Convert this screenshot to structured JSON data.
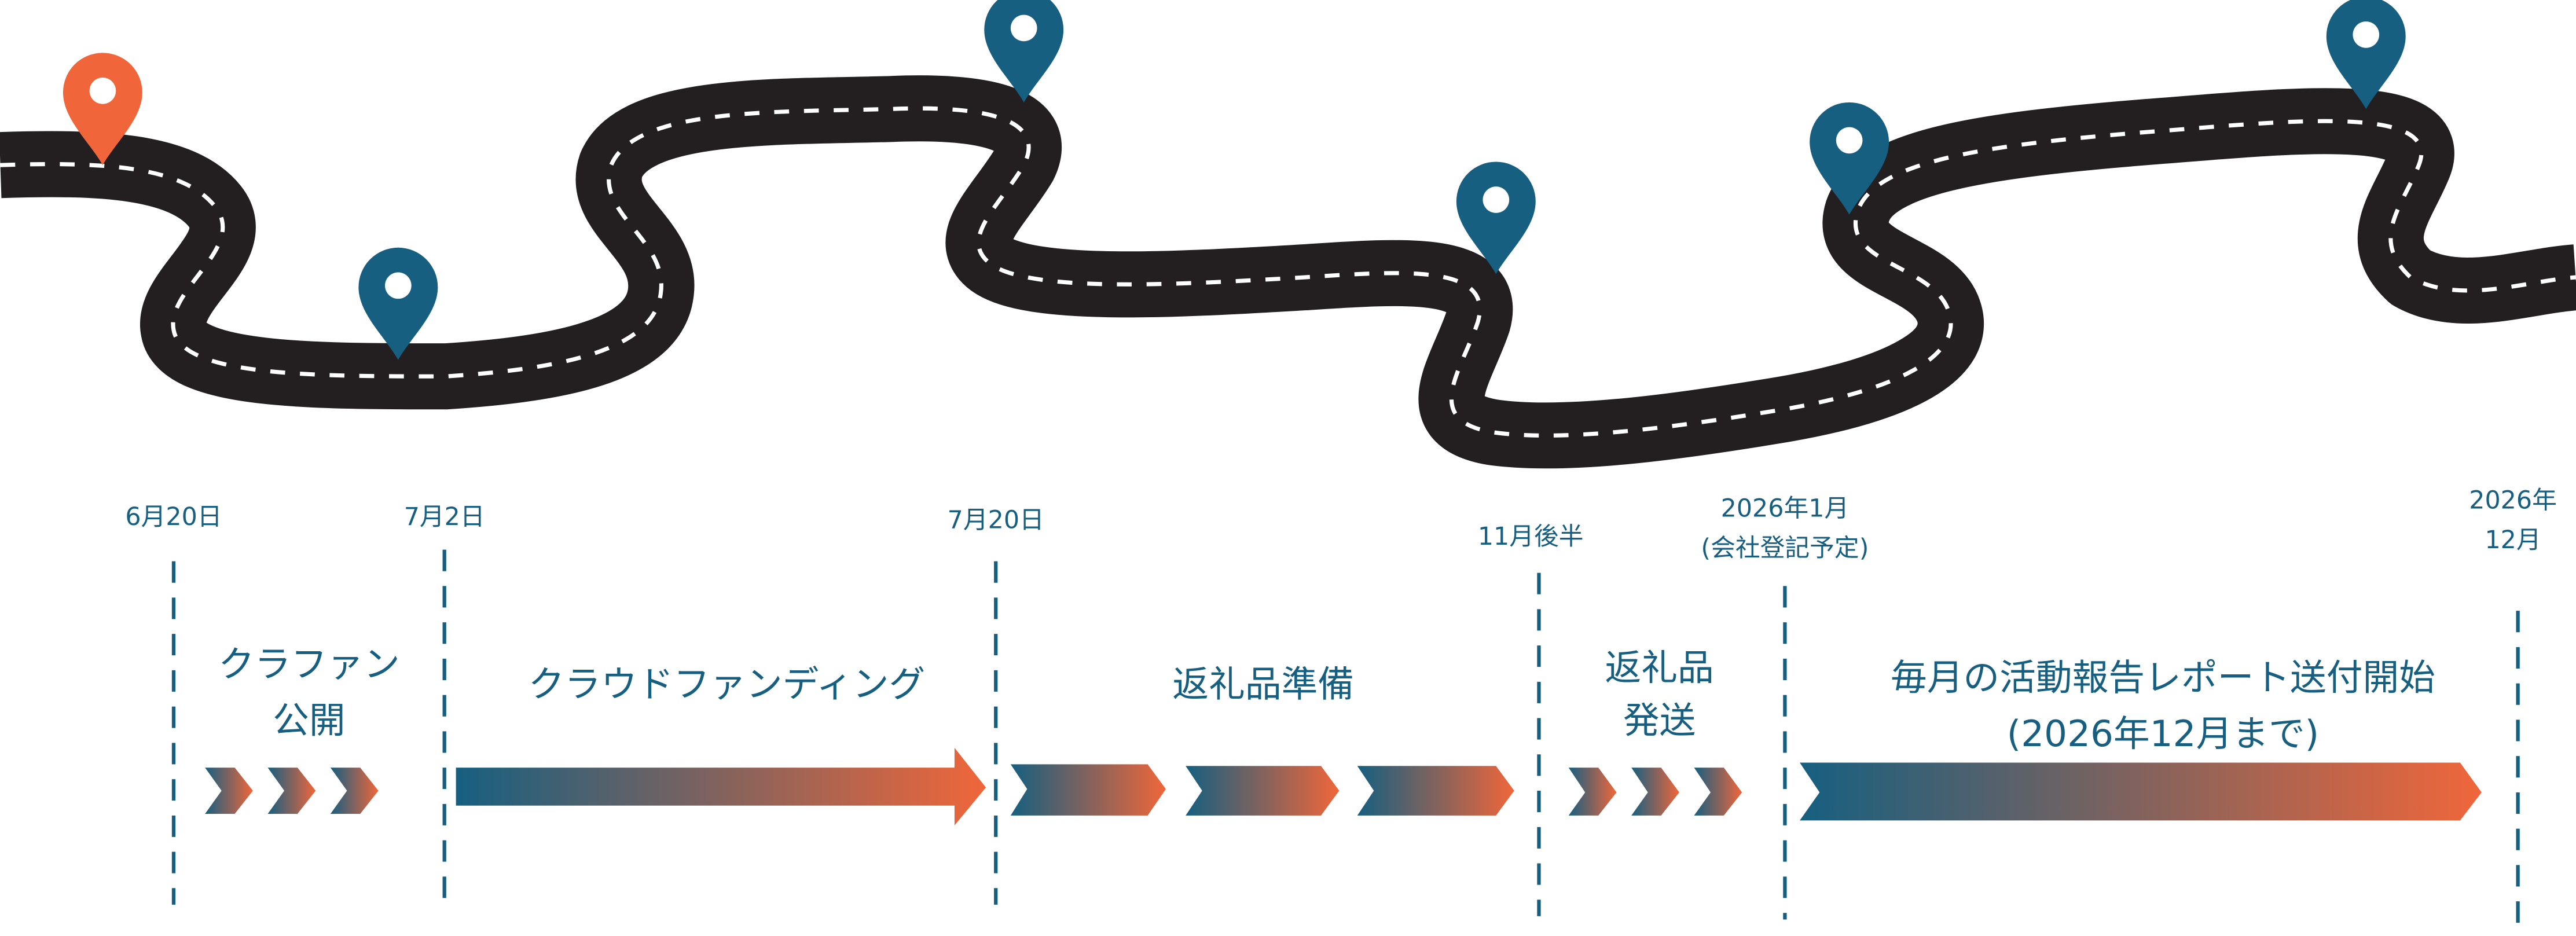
{
  "colors": {
    "road": "#231f20",
    "blue": "#165f80",
    "orange": "#f0663a"
  },
  "milestones": [
    {
      "date": "6月20日"
    },
    {
      "date": "7月2日"
    },
    {
      "date": "7月20日"
    },
    {
      "date": "11月後半"
    },
    {
      "date_line1": "2026年1月",
      "date_line2": "(会社登記予定)"
    },
    {
      "date_line1": "2026年",
      "date_line2": "12月"
    }
  ],
  "phases": [
    {
      "line1": "クラファン",
      "line2": "公開"
    },
    {
      "line1": "クラウドファンディング"
    },
    {
      "line1": "返礼品準備"
    },
    {
      "line1": "返礼品",
      "line2": "発送"
    },
    {
      "line1": "毎月の活動報告レポート送付開始",
      "line2": "(2026年12月まで)"
    }
  ],
  "pins": [
    {
      "icon": "map-pin-icon",
      "color": "orange"
    },
    {
      "icon": "map-pin-icon",
      "color": "blue"
    },
    {
      "icon": "map-pin-icon",
      "color": "blue"
    },
    {
      "icon": "map-pin-icon",
      "color": "blue"
    },
    {
      "icon": "map-pin-icon",
      "color": "blue"
    },
    {
      "icon": "map-pin-icon",
      "color": "blue"
    }
  ]
}
